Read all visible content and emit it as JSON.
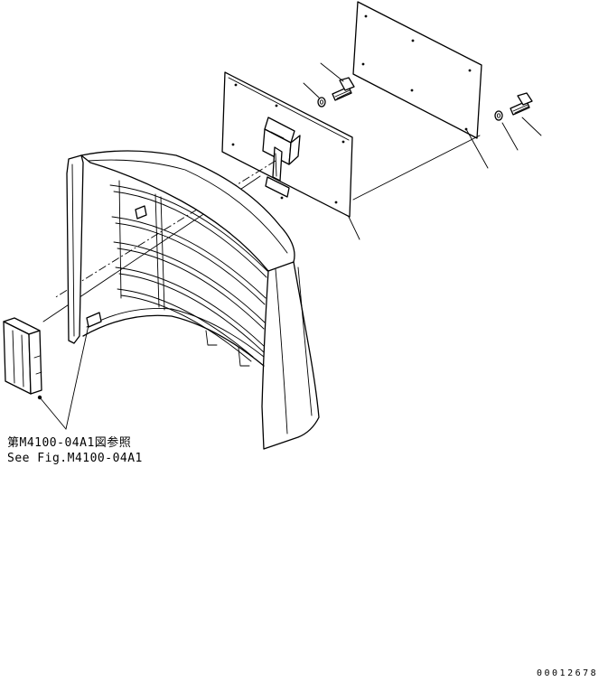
{
  "diagram": {
    "reference_note": {
      "japanese": "第M4100-04A1図参照",
      "english": "See Fig.M4100-04A1"
    },
    "drawing_number": "00012678"
  },
  "colors": {
    "line": "#000000",
    "background": "#ffffff"
  }
}
